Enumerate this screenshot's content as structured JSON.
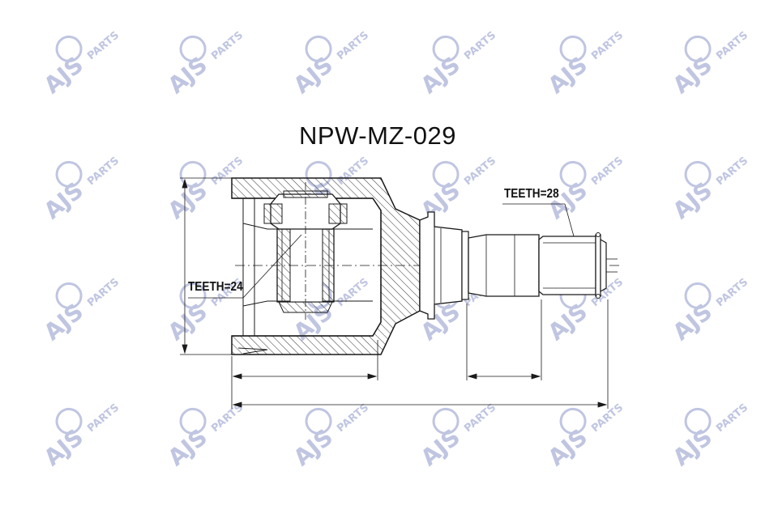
{
  "part_number": "NPW-MZ-029",
  "teeth_inner": "TEETH=24",
  "teeth_outer": "TEETH=28",
  "watermark": {
    "text_main": "AJS",
    "text_sub": "PARTS",
    "color": "#8d97c9"
  },
  "colors": {
    "line": "#1a1a1a",
    "hatch": "#333333",
    "background": "#ffffff"
  }
}
